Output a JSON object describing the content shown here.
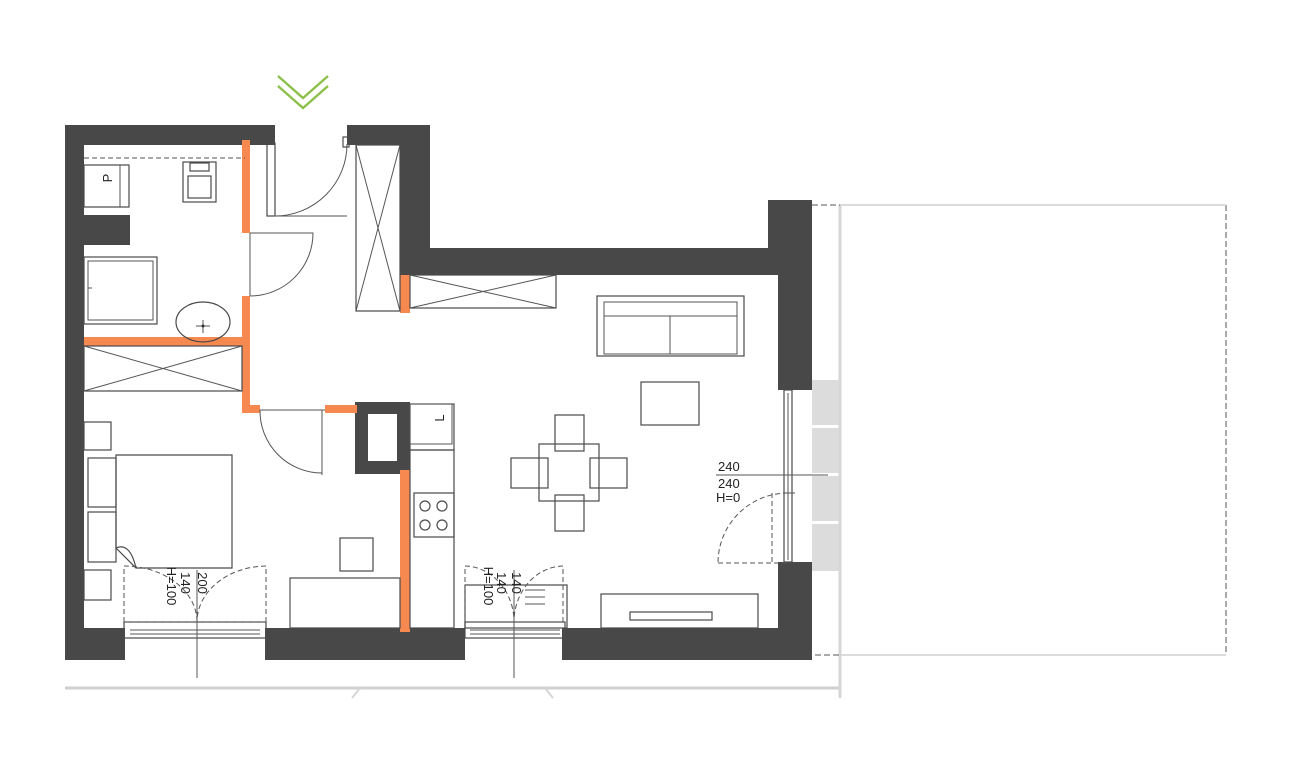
{
  "annotations": {
    "terrace_window": {
      "width": "240",
      "height": "240",
      "sill": "H=0"
    },
    "bedroom_window": {
      "width": "200",
      "height": "140",
      "sill": "H=100"
    },
    "kitchen_window": {
      "width": "140",
      "height": "140",
      "sill": "H=100"
    }
  },
  "fixtures": {
    "bathroom_cabinet_letter": "P",
    "kitchen_appliance_letter": "L"
  },
  "colors": {
    "structural_wall": "#484848",
    "partition_wall": "#f5894f",
    "entrance_marker": "#8cc04b",
    "terrace_outline": "#cccccc"
  },
  "icons": {
    "entrance": "double-chevron-down-icon"
  }
}
